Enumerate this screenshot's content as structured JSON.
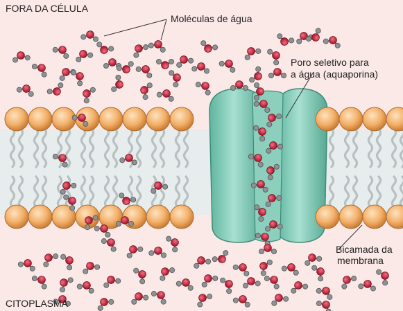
{
  "labels": {
    "outside": "FORA DA CÉLULA",
    "molecules": "Moléculas de água",
    "pore_line1": "Poro seletivo para",
    "pore_line2": "a água (aquaporina)",
    "bilayer_line1": "Bicamada da",
    "bilayer_line2": "membrana",
    "cytoplasm": "CITOPLASMA"
  },
  "colors": {
    "background": "#fbe9e8",
    "lipid_head": "#f3b06a",
    "lipid_tail": "#b8c0c2",
    "channel": "#7fc7b4",
    "oxygen": "#c8243a",
    "hydrogen": "#8d9294"
  }
}
